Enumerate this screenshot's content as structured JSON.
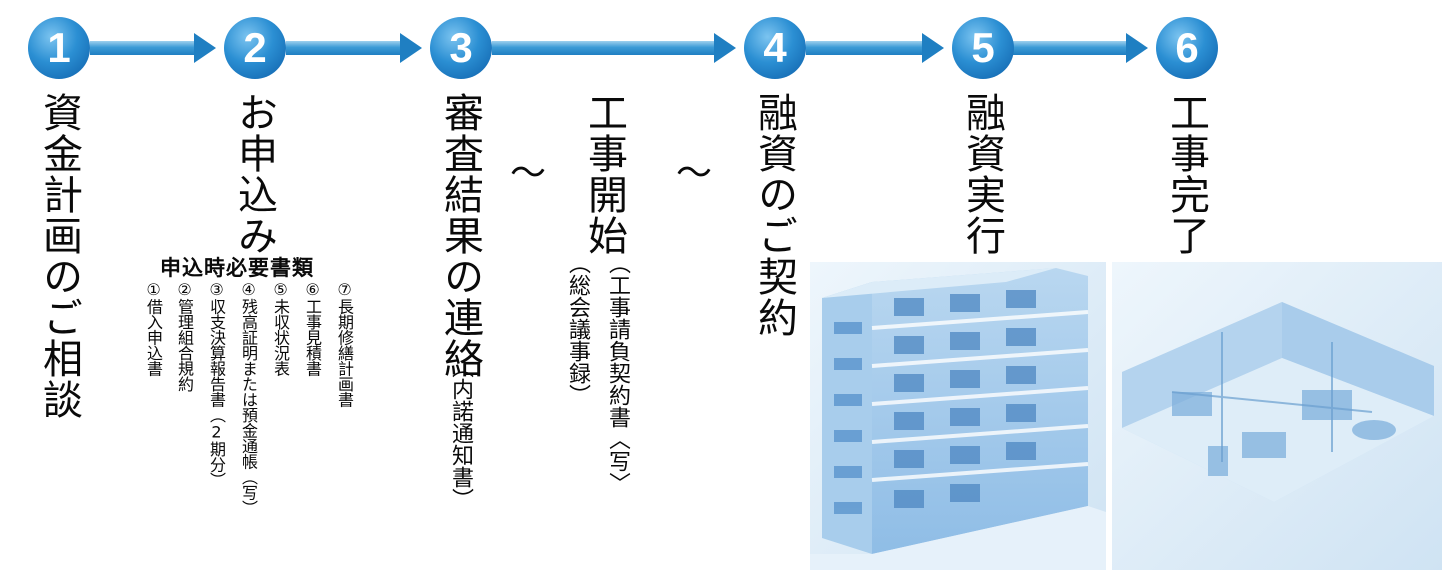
{
  "steps": [
    {
      "number": "1",
      "label": "資金計画のご相談"
    },
    {
      "number": "2",
      "label": "お申込み"
    },
    {
      "number": "3",
      "label": "審査結果の連絡",
      "note": "（内諾通知書）"
    },
    {
      "number": "4",
      "label": "融資のご契約"
    },
    {
      "number": "5",
      "label": "融資実行"
    },
    {
      "number": "6",
      "label": "工事完了"
    }
  ],
  "construction_start": {
    "label": "工事開始",
    "note_lines": [
      "（工事請負契約書〈写〉",
      "（総会議事録）"
    ],
    "tilde": "〜"
  },
  "documents": {
    "title": "申込時必要書類",
    "items": [
      "①借入申込書",
      "②管理組合規約",
      "③収支決算報告書（2期分）",
      "④残高証明または預金通帳（写）",
      "⑤未収状況表",
      "⑥工事見積書",
      "⑦長期修繕計画書"
    ]
  },
  "illustrations": [
    "building-exterior-illustration",
    "apartment-interior-illustration"
  ]
}
